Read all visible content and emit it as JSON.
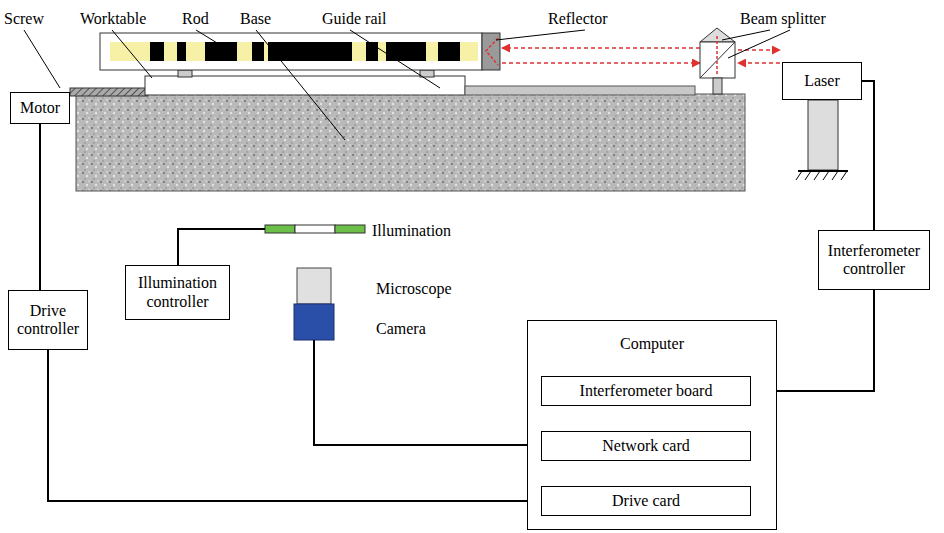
{
  "diagram": {
    "nodes": [
      {
        "text": [
          "Motor"
        ]
      },
      {
        "text": [
          "Laser"
        ]
      },
      {
        "text": [
          "Drive controller"
        ]
      },
      {
        "text": [
          "Illumination controller"
        ]
      },
      {
        "text": [
          "Interferometer controller"
        ]
      },
      {
        "text": [
          "Computer"
        ]
      },
      {
        "text": [
          "Interferometer board"
        ],
        "in": 5
      },
      {
        "text": [
          "Network card"
        ],
        "in": 5
      },
      {
        "text": [
          "Drive card"
        ],
        "in": 5
      }
    ],
    "edges": [
      {
        "from": 0,
        "to": 2,
        "arrow": "none"
      },
      {
        "from": 2,
        "to": 8,
        "arrow": "none"
      },
      {
        "from": 1,
        "to": 4,
        "arrow": "none"
      },
      {
        "from": 4,
        "to": 6,
        "arrow": "none"
      }
    ],
    "labels": [
      "Screw",
      "Worktable",
      "Rod",
      "Base",
      "Guide rail",
      "Reflector",
      "Beam splitter",
      "Illumination",
      "Microscope",
      "Camera"
    ]
  }
}
